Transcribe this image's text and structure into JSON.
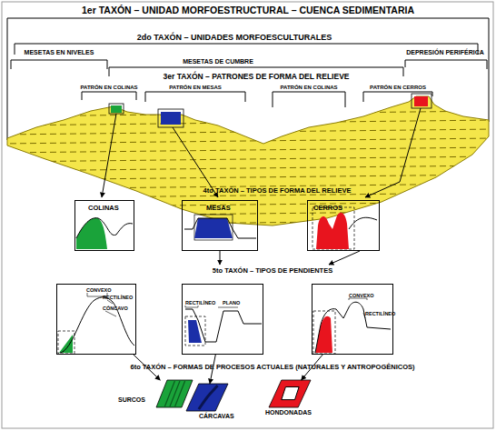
{
  "diagram": {
    "nodes": [
      {
        "text": [
          "COLINAS"
        ]
      },
      {
        "text": [
          "MESAS"
        ]
      },
      {
        "text": [
          "CERROS"
        ]
      },
      {
        "text": [
          "CONVEXO",
          "RECTILÍNEO",
          "CÓNCAVO"
        ]
      },
      {
        "text": [
          "RECTILÍNEO",
          "PLANO"
        ]
      },
      {
        "text": [
          "CONVEXO",
          "RECTILÍNEO"
        ]
      },
      {
        "text": [
          "SURCOS"
        ]
      },
      {
        "text": [
          "CÁRCAVAS"
        ]
      },
      {
        "text": [
          "HONDONADAS"
        ]
      }
    ],
    "edges": [
      {
        "from": 3,
        "to": 6,
        "arrow": "to"
      },
      {
        "from": 4,
        "to": 7,
        "arrow": "to"
      },
      {
        "from": 5,
        "to": 8,
        "arrow": "to"
      }
    ],
    "labels": [
      "1er TAXÓN – UNIDAD MORFOESTRUCTURAL – CUENCA SEDIMENTARIA",
      "2do TAXÓN – UNIDADES MORFOESCULTURALES",
      "MESETAS EN NIVELES",
      "MESETAS DE CUMBRE",
      "DEPRESIÓN PERIFÉRICA",
      "3er TAXÓN – PATRONES DE FORMA DEL RELIEVE",
      "PATRÓN EN COLINAS",
      "PATRÓN EN MESAS",
      "PATRÓN EN COLINAS",
      "PATRÓN EN CERROS",
      "4to TAXÓN – TIPOS DE FORMA DEL RELIEVE",
      "5to TAXÓN – TIPOS DE PENDIENTES",
      "6to TAXÓN – FORMAS DE PROCESOS ACTUALES (NATURALES Y ANTROPOGÊNICOS)"
    ]
  }
}
